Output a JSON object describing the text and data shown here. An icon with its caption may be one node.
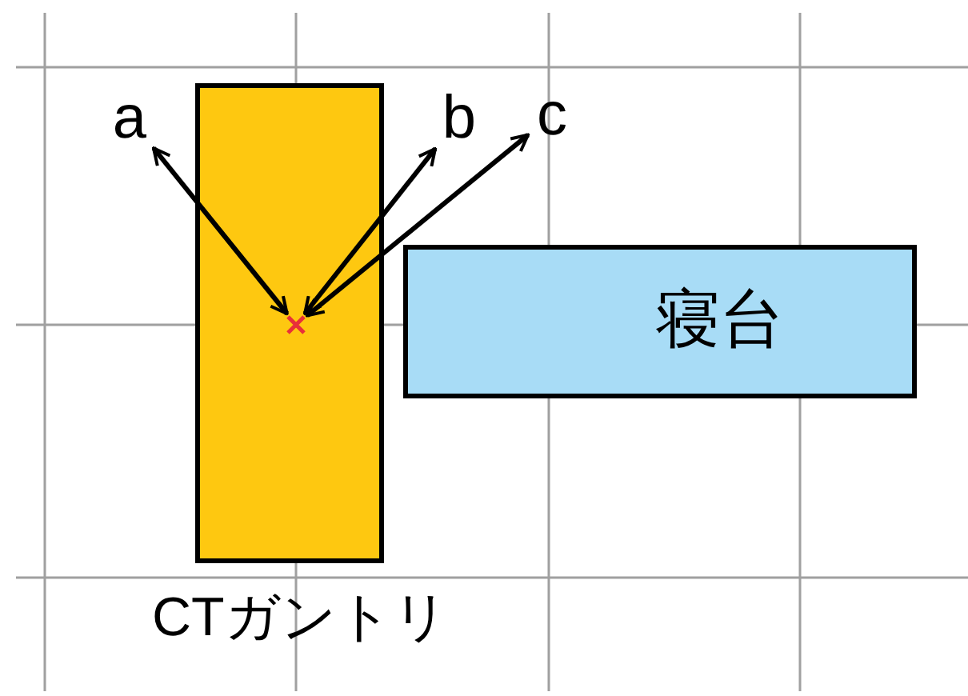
{
  "diagram": {
    "nodes": [
      {
        "text": [
          "CTガントリ"
        ]
      },
      {
        "text": [
          "寝台"
        ]
      },
      {
        "text": [],
        "shape": "cross",
        "in": 0
      },
      {
        "text": [
          "a"
        ]
      },
      {
        "text": [
          "b"
        ]
      },
      {
        "text": [
          "c"
        ]
      }
    ],
    "edges": [
      {
        "from": 2,
        "to": 3,
        "arrow": "both"
      },
      {
        "from": 2,
        "to": 4,
        "arrow": "both"
      },
      {
        "from": 2,
        "to": 5,
        "arrow": "both"
      }
    ]
  }
}
